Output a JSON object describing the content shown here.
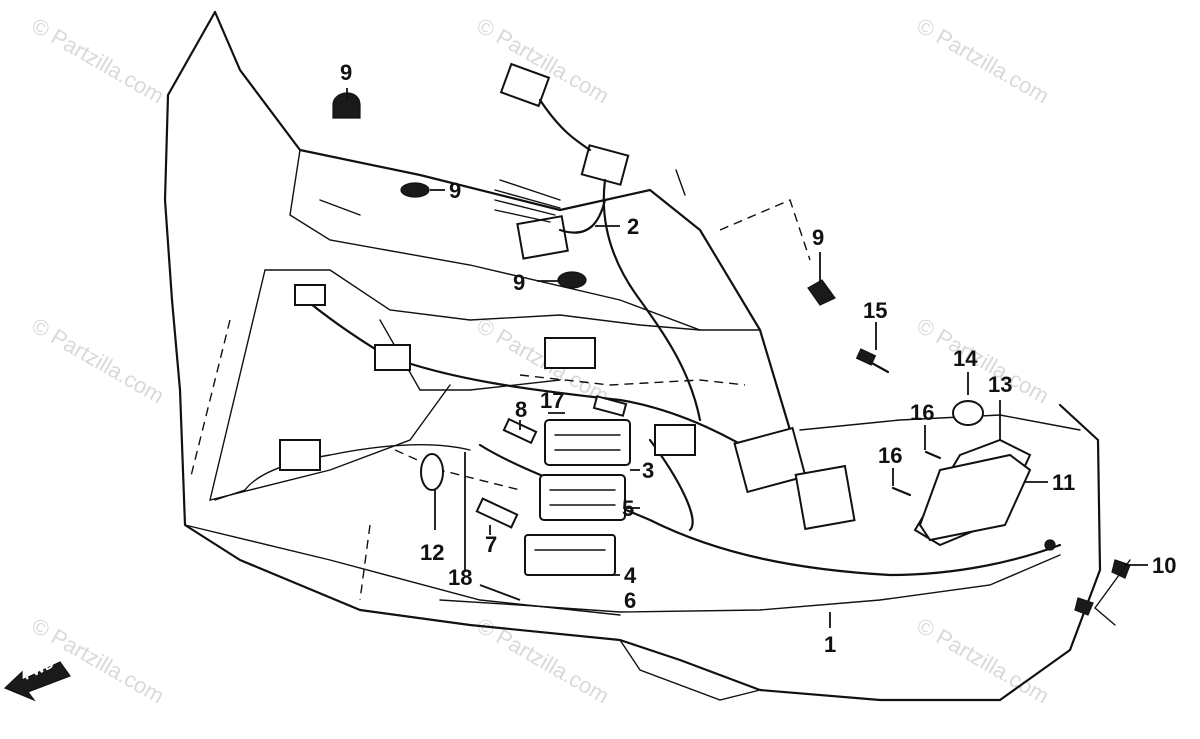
{
  "watermark": {
    "text": "© Partzilla.com"
  },
  "fwd_label": "FWD",
  "parts": {
    "p1": "1",
    "p2": "2",
    "p3": "3",
    "p4": "4",
    "p5": "5",
    "p6": "6",
    "p7": "7",
    "p8": "8",
    "p9a": "9",
    "p9b": "9",
    "p9c": "9",
    "p9d": "9",
    "p10": "10",
    "p11": "11",
    "p12": "12",
    "p13": "13",
    "p14": "14",
    "p15": "15",
    "p16a": "16",
    "p16b": "16",
    "p17": "17",
    "p18": "18"
  }
}
